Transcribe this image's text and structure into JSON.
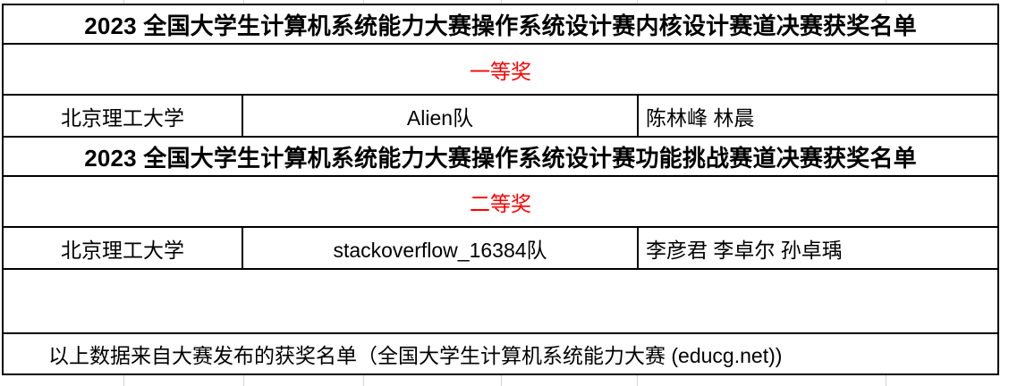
{
  "document": {
    "type": "spreadsheet-award-list",
    "colors": {
      "prize_text": "#ff0000",
      "body_text": "#000000",
      "border": "#000000",
      "gridline": "#d4d4d4",
      "background": "#ffffff"
    }
  },
  "sections": [
    {
      "banner": "2023 全国大学生计算机系统能力大赛操作系统设计赛内核设计赛道决赛获奖名单",
      "prize": "一等奖",
      "entries": [
        {
          "university": "北京理工大学",
          "team": "Alien队",
          "members": "陈林峰 林晨"
        }
      ]
    },
    {
      "banner": "2023 全国大学生计算机系统能力大赛操作系统设计赛功能挑战赛道决赛获奖名单",
      "prize": "二等奖",
      "entries": [
        {
          "university": "北京理工大学",
          "team": "stackoverflow_16384队",
          "members": "李彦君 李卓尔 孙卓瑀"
        }
      ]
    }
  ],
  "footer": {
    "note": "以上数据来自大赛发布的获奖名单（全国大学生计算机系统能力大赛 (educg.net))"
  }
}
